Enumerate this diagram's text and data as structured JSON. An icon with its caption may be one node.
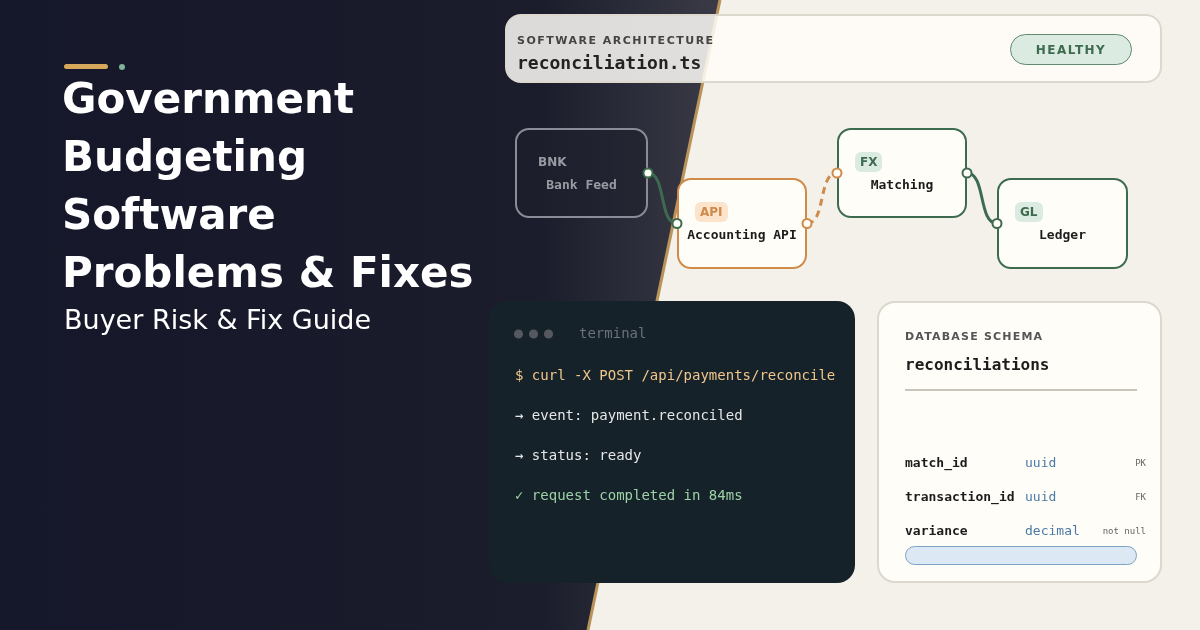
{
  "diagram": {
    "title": "Government Budgeting Software Problems & Fixes",
    "nodes": [
      {
        "text": [
          "SOFTWARE ARCHITECTURE",
          "reconciliation.ts"
        ]
      },
      {
        "text": [
          "HEALTHY"
        ],
        "in": 0
      },
      {
        "text": [
          "BNK",
          "Bank Feed"
        ]
      },
      {
        "text": [
          "API",
          "Accounting API"
        ]
      },
      {
        "text": [
          "FX",
          "Matching"
        ]
      },
      {
        "text": [
          "GL",
          "Ledger"
        ]
      },
      {
        "text": [
          "terminal",
          "$ curl -X POST /api/payments/reconcile",
          "→ event: payment.reconciled",
          "→ status: ready",
          "✓ request completed in 84ms"
        ]
      },
      {
        "text": [
          "DATABASE SCHEMA",
          "reconciliations",
          "match_id",
          "uuid",
          "PK",
          "transaction_id",
          "uuid",
          "FK",
          "variance",
          "decimal",
          "not null"
        ]
      },
      {
        "text": [],
        "shape": "bar",
        "in": 7
      }
    ],
    "edges": [
      {
        "from": 2,
        "to": 3,
        "arrow": "other"
      },
      {
        "from": 3,
        "to": 4,
        "arrow": "other",
        "style": "dashed",
        "color": "#d08a4a"
      },
      {
        "from": 4,
        "to": 5,
        "arrow": "other"
      }
    ],
    "labels": [
      "Buyer Risk & Fix Guide"
    ]
  }
}
